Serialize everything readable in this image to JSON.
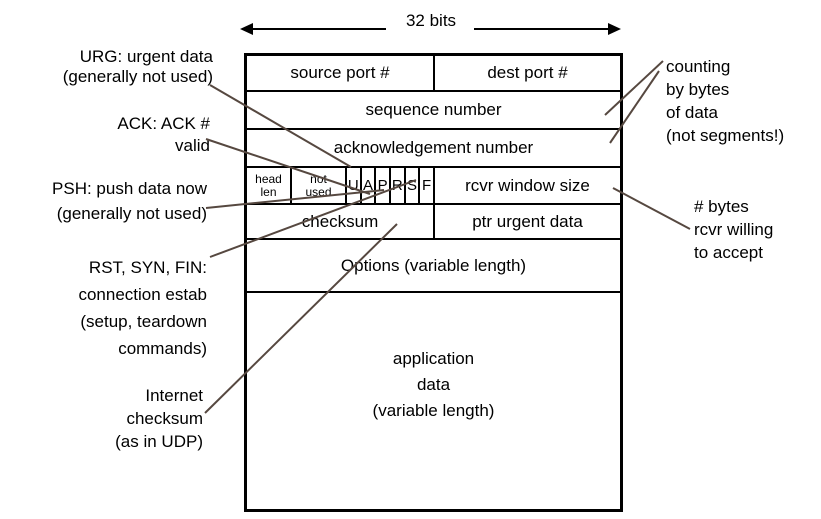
{
  "diagram": {
    "width_label": "32 bits",
    "segment": {
      "source_port": "source port #",
      "dest_port": "dest port #",
      "sequence_number": "sequence number",
      "ack_number": "acknowledgement number",
      "head_len": [
        "head",
        "len"
      ],
      "not_used": [
        "not",
        "used"
      ],
      "flags": [
        "U",
        "A",
        "P",
        "R",
        "S",
        "F"
      ],
      "rcvr_window": "rcvr window size",
      "checksum": "checksum",
      "ptr_urgent": "ptr urgent data",
      "options": "Options (variable length)",
      "app_data": [
        "application",
        "data",
        "(variable length)"
      ]
    },
    "annotations": {
      "urg": [
        "URG: urgent data",
        "(generally not used)"
      ],
      "ack": [
        "ACK: ACK #",
        "valid"
      ],
      "psh": [
        "PSH: push data now",
        "(generally not used)"
      ],
      "rst": [
        "RST, SYN, FIN:",
        "connection estab",
        "(setup, teardown",
        "commands)"
      ],
      "inet_checksum": [
        "Internet",
        "checksum",
        "(as in UDP)"
      ],
      "counting": [
        "counting",
        "by bytes",
        "of data",
        "(not segments!)"
      ],
      "bytes_accept": [
        "# bytes",
        "rcvr willing",
        "to accept"
      ]
    },
    "colors": {
      "pointer_line": "#564840",
      "border": "#000000",
      "text": "#000000",
      "background": "#ffffff"
    }
  }
}
